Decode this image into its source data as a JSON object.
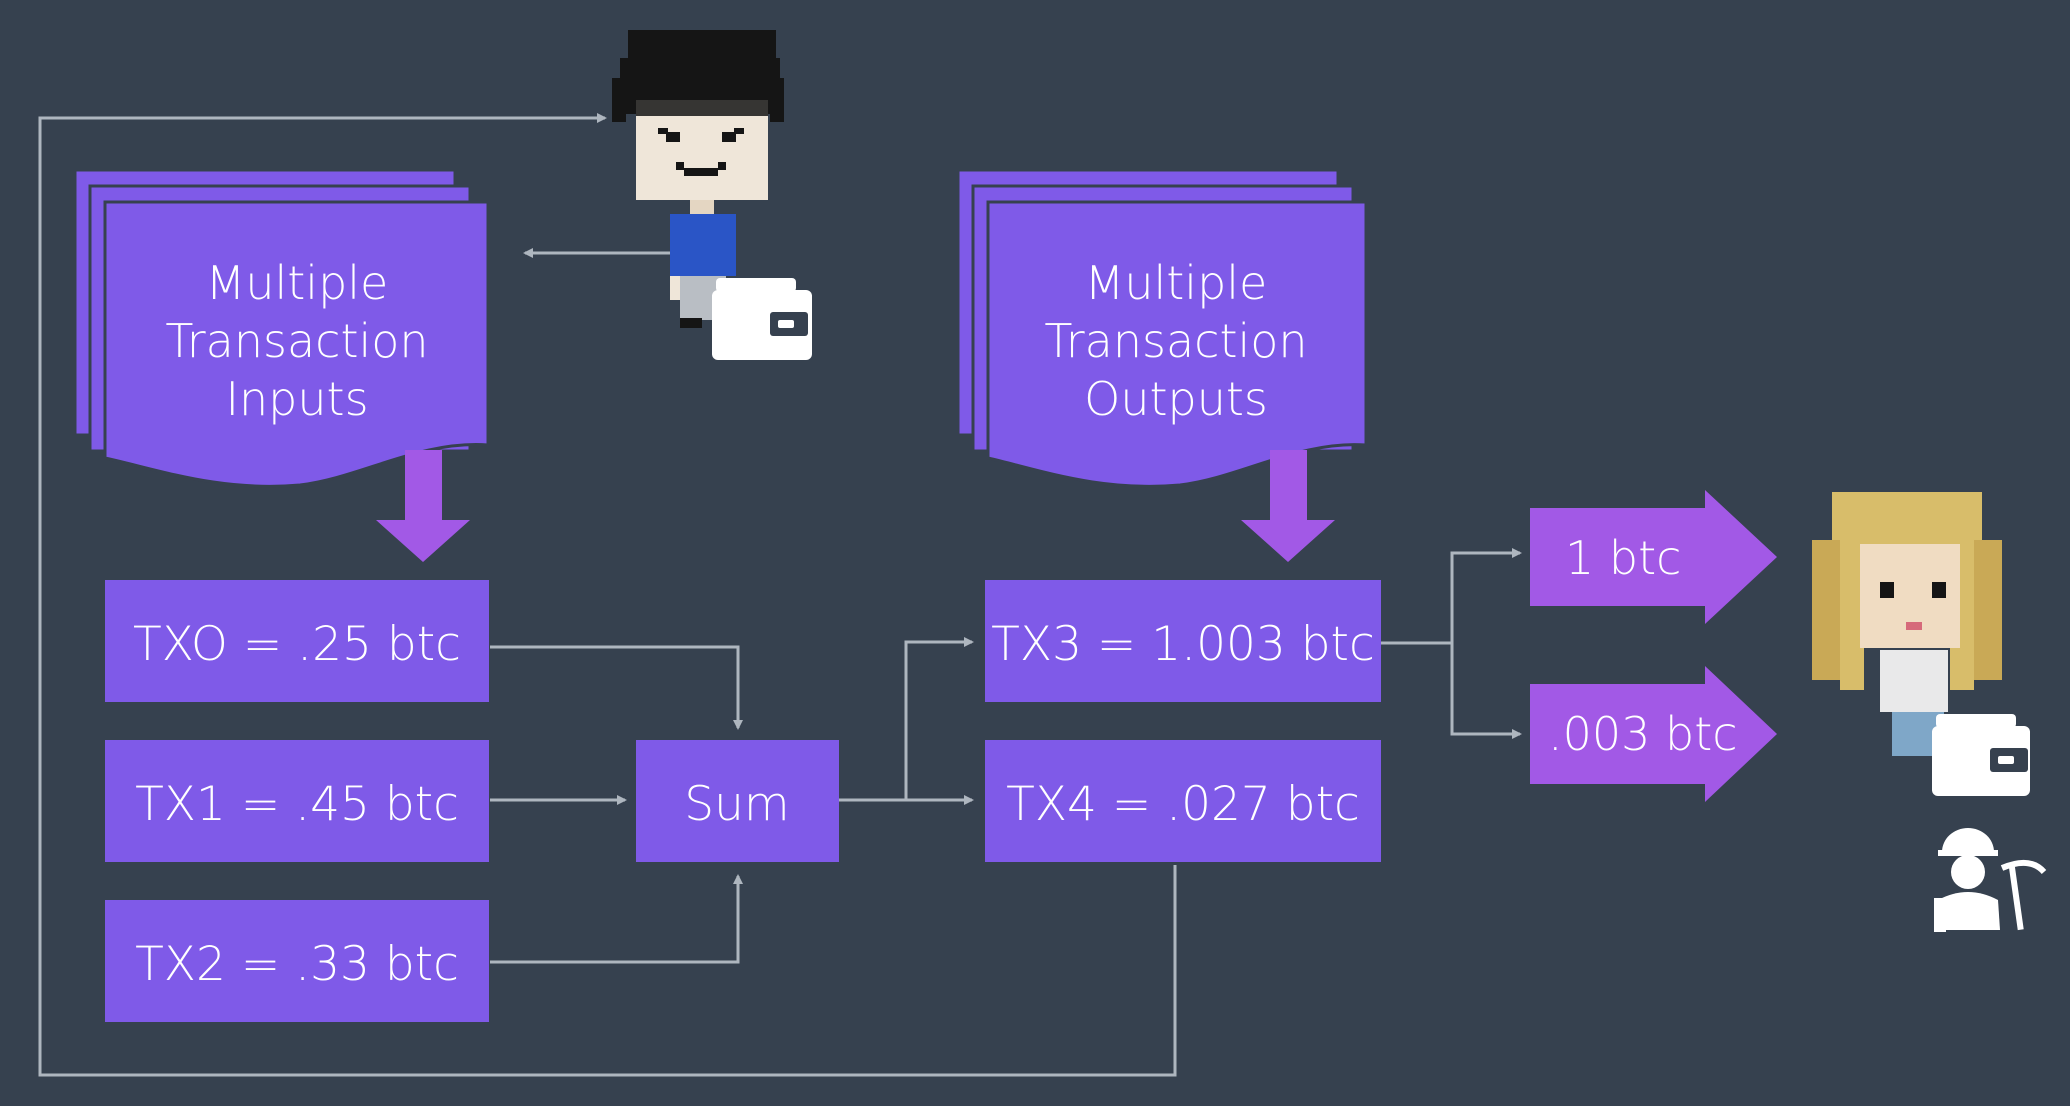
{
  "stacks": {
    "inputs_label": [
      "Multiple",
      "Transaction",
      "Inputs"
    ],
    "outputs_label": [
      "Multiple",
      "Transaction",
      "Outputs"
    ]
  },
  "inputs": [
    {
      "label": "TXO = .25 btc"
    },
    {
      "label": "TX1 = .45 btc"
    },
    {
      "label": "TX2 = .33 btc"
    }
  ],
  "sum_label": "Sum",
  "outputs": [
    {
      "label": "TX3 = 1.003 btc"
    },
    {
      "label": "TX4 = .027 btc"
    }
  ],
  "pointers": [
    {
      "label": "1 btc"
    },
    {
      "label": ".003 btc"
    }
  ],
  "colors": {
    "background": "#36414f",
    "box": "#7f5ae8",
    "pointer": "#a259e6",
    "connector": "#aeb6bf"
  },
  "icons": [
    "sender-avatar-icon",
    "wallet-icon",
    "recipient-avatar-icon",
    "miner-icon"
  ]
}
